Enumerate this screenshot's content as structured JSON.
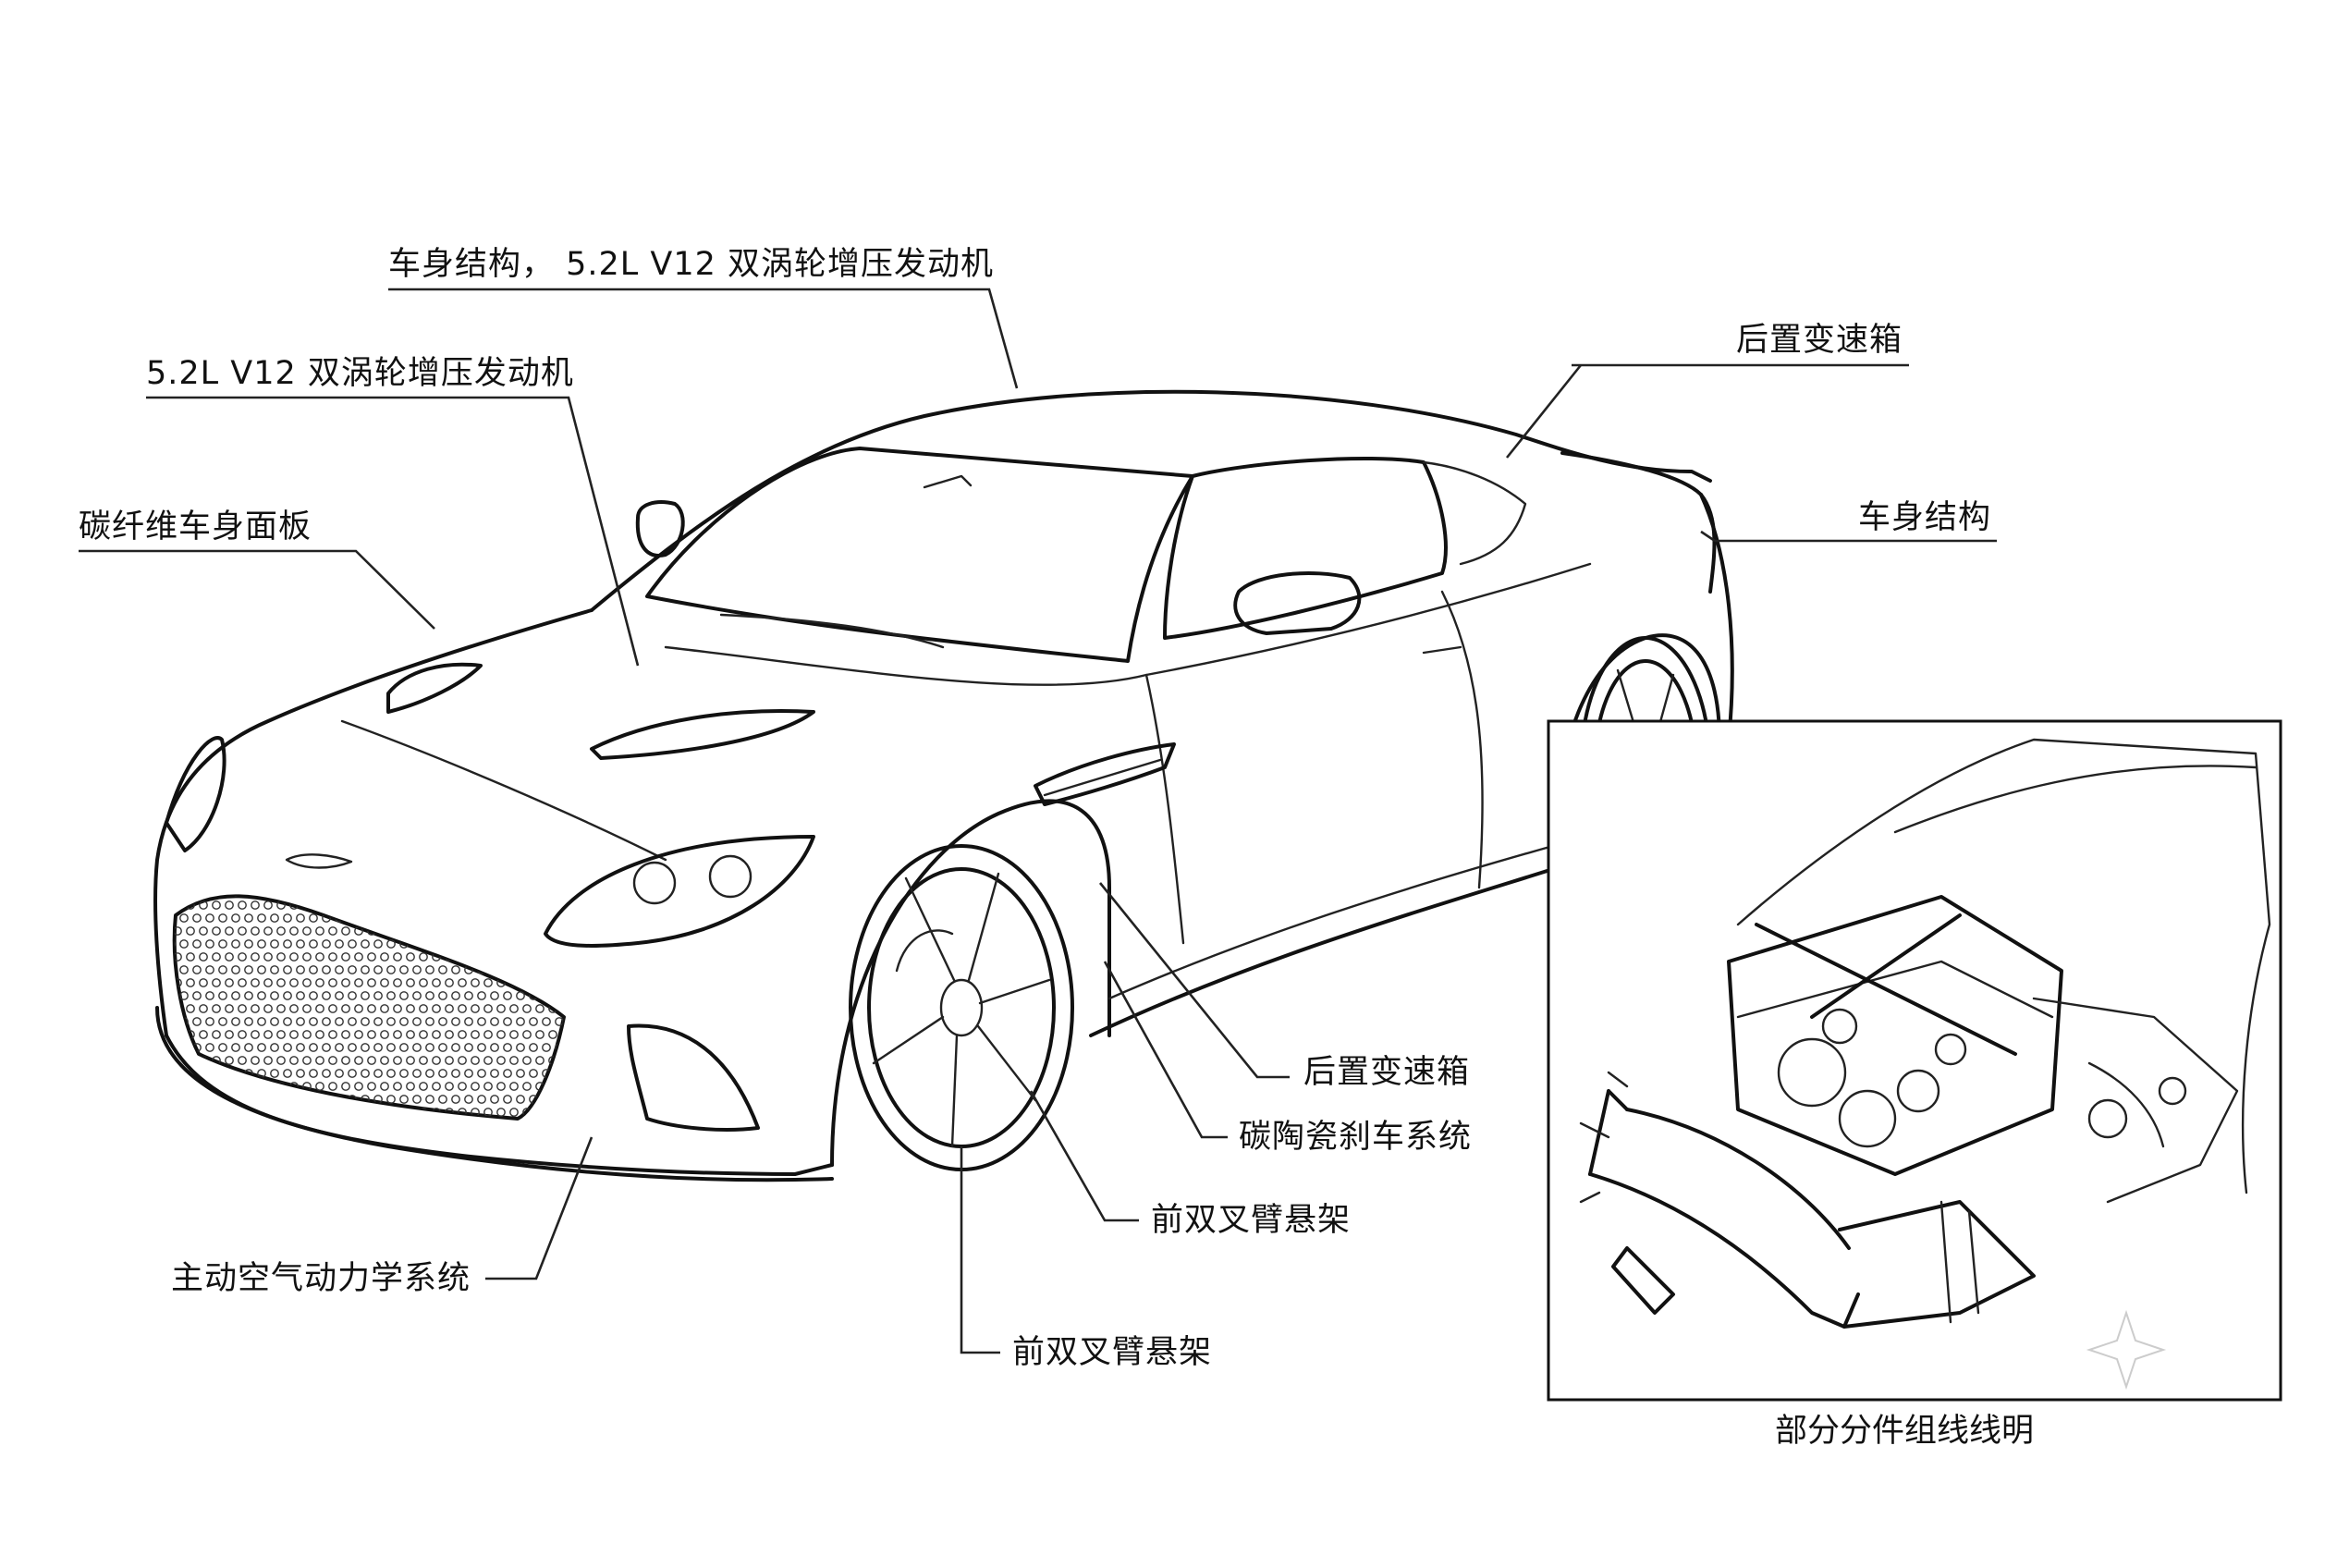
{
  "callouts": {
    "body_engine": "车身结构， 5.2L V12 双涡轮增压发动机",
    "engine": "5.2L V12 双涡轮增压发动机",
    "carbon_panels": "碳纤维车身面板",
    "rear_gearbox_top": "后置变速箱",
    "body_structure": "车身结构",
    "rear_gearbox_mid": "后置变速箱",
    "carbon_ceramic_brakes": "碳陶瓷刹车系统",
    "front_wishbone_a": "前双叉臂悬架",
    "front_wishbone_b": "前双叉臂悬架",
    "active_aero": "主动空气动力学系统"
  },
  "inset": {
    "caption": "部分分件组线线明"
  },
  "icons": {
    "logo": "winged-badge-icon",
    "watermark": "sparkle-icon"
  }
}
